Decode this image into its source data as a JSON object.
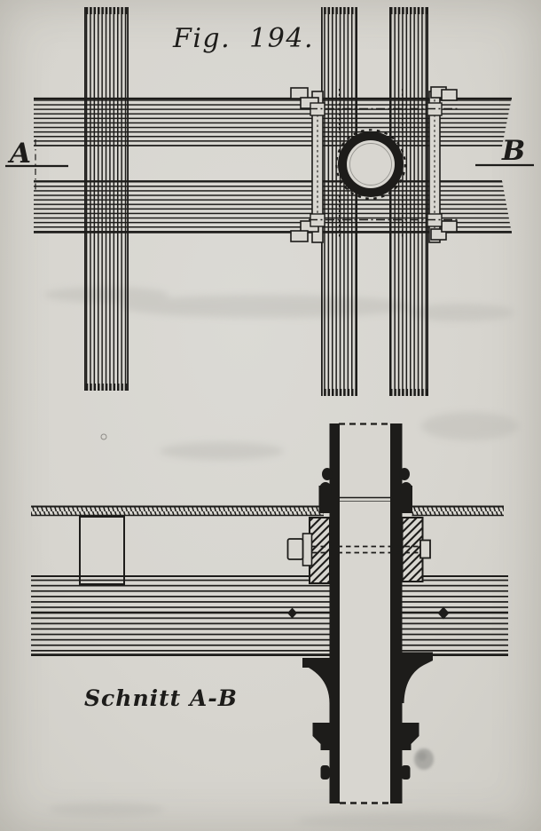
{
  "figure": {
    "caption": "Fig. 194.",
    "marker_left": "A",
    "marker_right": "B",
    "section_caption": "Schnitt A-B"
  },
  "colors": {
    "paper": "#d8d6d0",
    "ink": "#1d1c1a",
    "bleed_gray": "#b7b6b0",
    "smudge_gray": "#8f8f8b"
  }
}
